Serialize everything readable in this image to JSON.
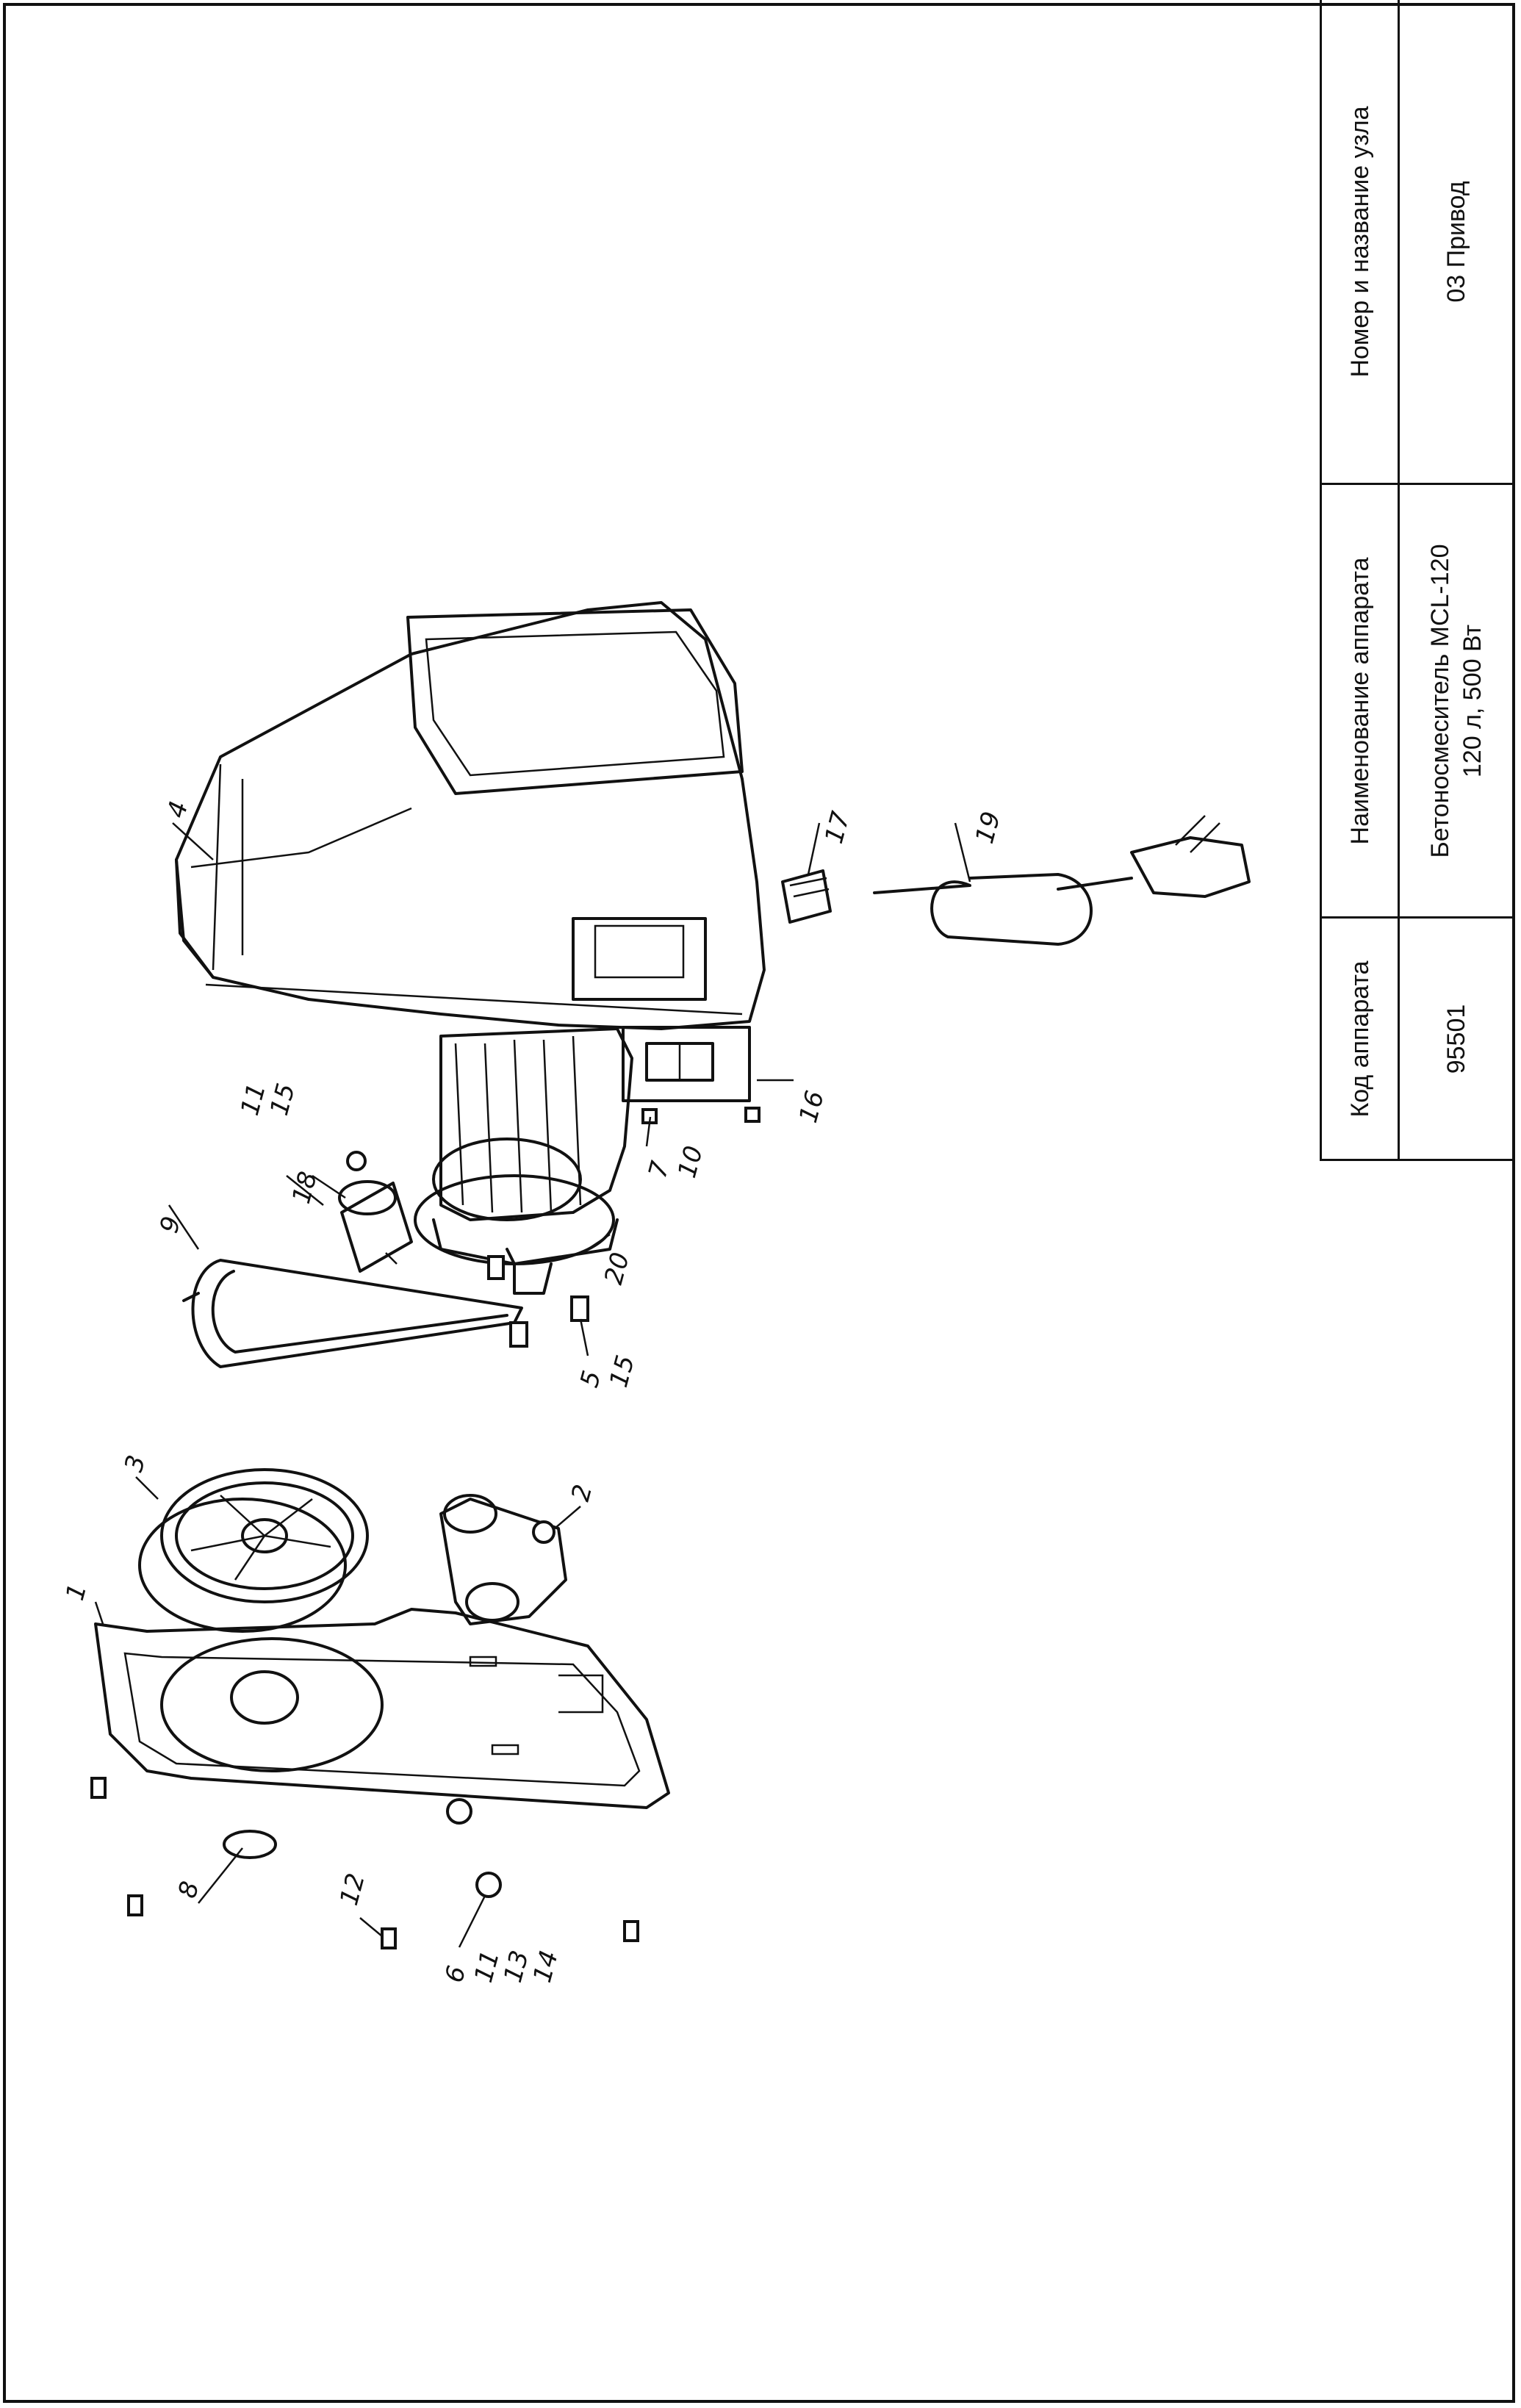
{
  "title_block": {
    "code_header": "Код аппарата",
    "code_value": "95501",
    "name_header": "Наименование аппарата",
    "name_value_line1": "Бетоносмеситель MCL-120",
    "name_value_line2": "120 л, 500 Вт",
    "unit_header": "Номер и название узла",
    "unit_value": "03 Привод"
  },
  "callouts": [
    {
      "id": "1"
    },
    {
      "id": "2"
    },
    {
      "id": "3"
    },
    {
      "id": "4"
    },
    {
      "id": "5",
      "sub": "15"
    },
    {
      "id": "6",
      "sub": "11",
      "sub2": "13",
      "sub3": "14"
    },
    {
      "id": "7",
      "sub": "10"
    },
    {
      "id": "8"
    },
    {
      "id": "9"
    },
    {
      "id": "11",
      "sub": "15"
    },
    {
      "id": "12"
    },
    {
      "id": "16"
    },
    {
      "id": "17"
    },
    {
      "id": "18"
    },
    {
      "id": "19"
    },
    {
      "id": "20"
    }
  ],
  "labels": {
    "c1": "1",
    "c2": "2",
    "c3": "3",
    "c4": "4",
    "c5": "5",
    "c5b": "15",
    "c6": "6",
    "c6b": "11",
    "c6c": "13",
    "c6d": "14",
    "c7": "7",
    "c7b": "10",
    "c8": "8",
    "c9": "9",
    "c11": "11",
    "c11b": "15",
    "c12": "12",
    "c16": "16",
    "c17": "17",
    "c18": "18",
    "c19": "19",
    "c20": "20"
  }
}
